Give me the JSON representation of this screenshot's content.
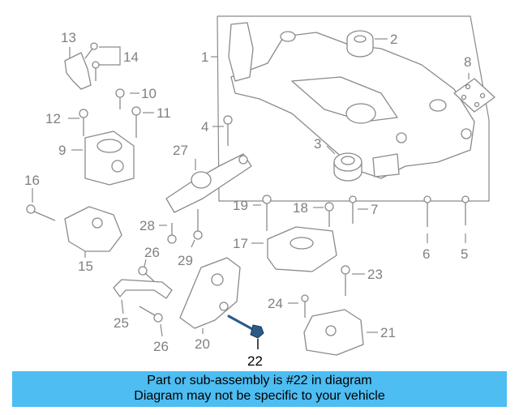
{
  "diagram": {
    "callouts": {
      "c1": "1",
      "c2": "2",
      "c3": "3",
      "c4": "4",
      "c5": "5",
      "c6": "6",
      "c7": "7",
      "c8": "8",
      "c9": "9",
      "c10": "10",
      "c11": "11",
      "c12": "12",
      "c13": "13",
      "c14": "14",
      "c15": "15",
      "c16": "16",
      "c17": "17",
      "c18": "18",
      "c19": "19",
      "c20": "20",
      "c21": "21",
      "c22": "22",
      "c23": "23",
      "c24": "24",
      "c25": "25",
      "c26a": "26",
      "c26b": "26",
      "c27": "27",
      "c28": "28",
      "c29": "29"
    },
    "highlighted_part": "22"
  },
  "banner": {
    "line1": "Part or sub-assembly is #22 in diagram",
    "line2": "Diagram may not be specific to your vehicle",
    "color": "#4dbdf2"
  }
}
